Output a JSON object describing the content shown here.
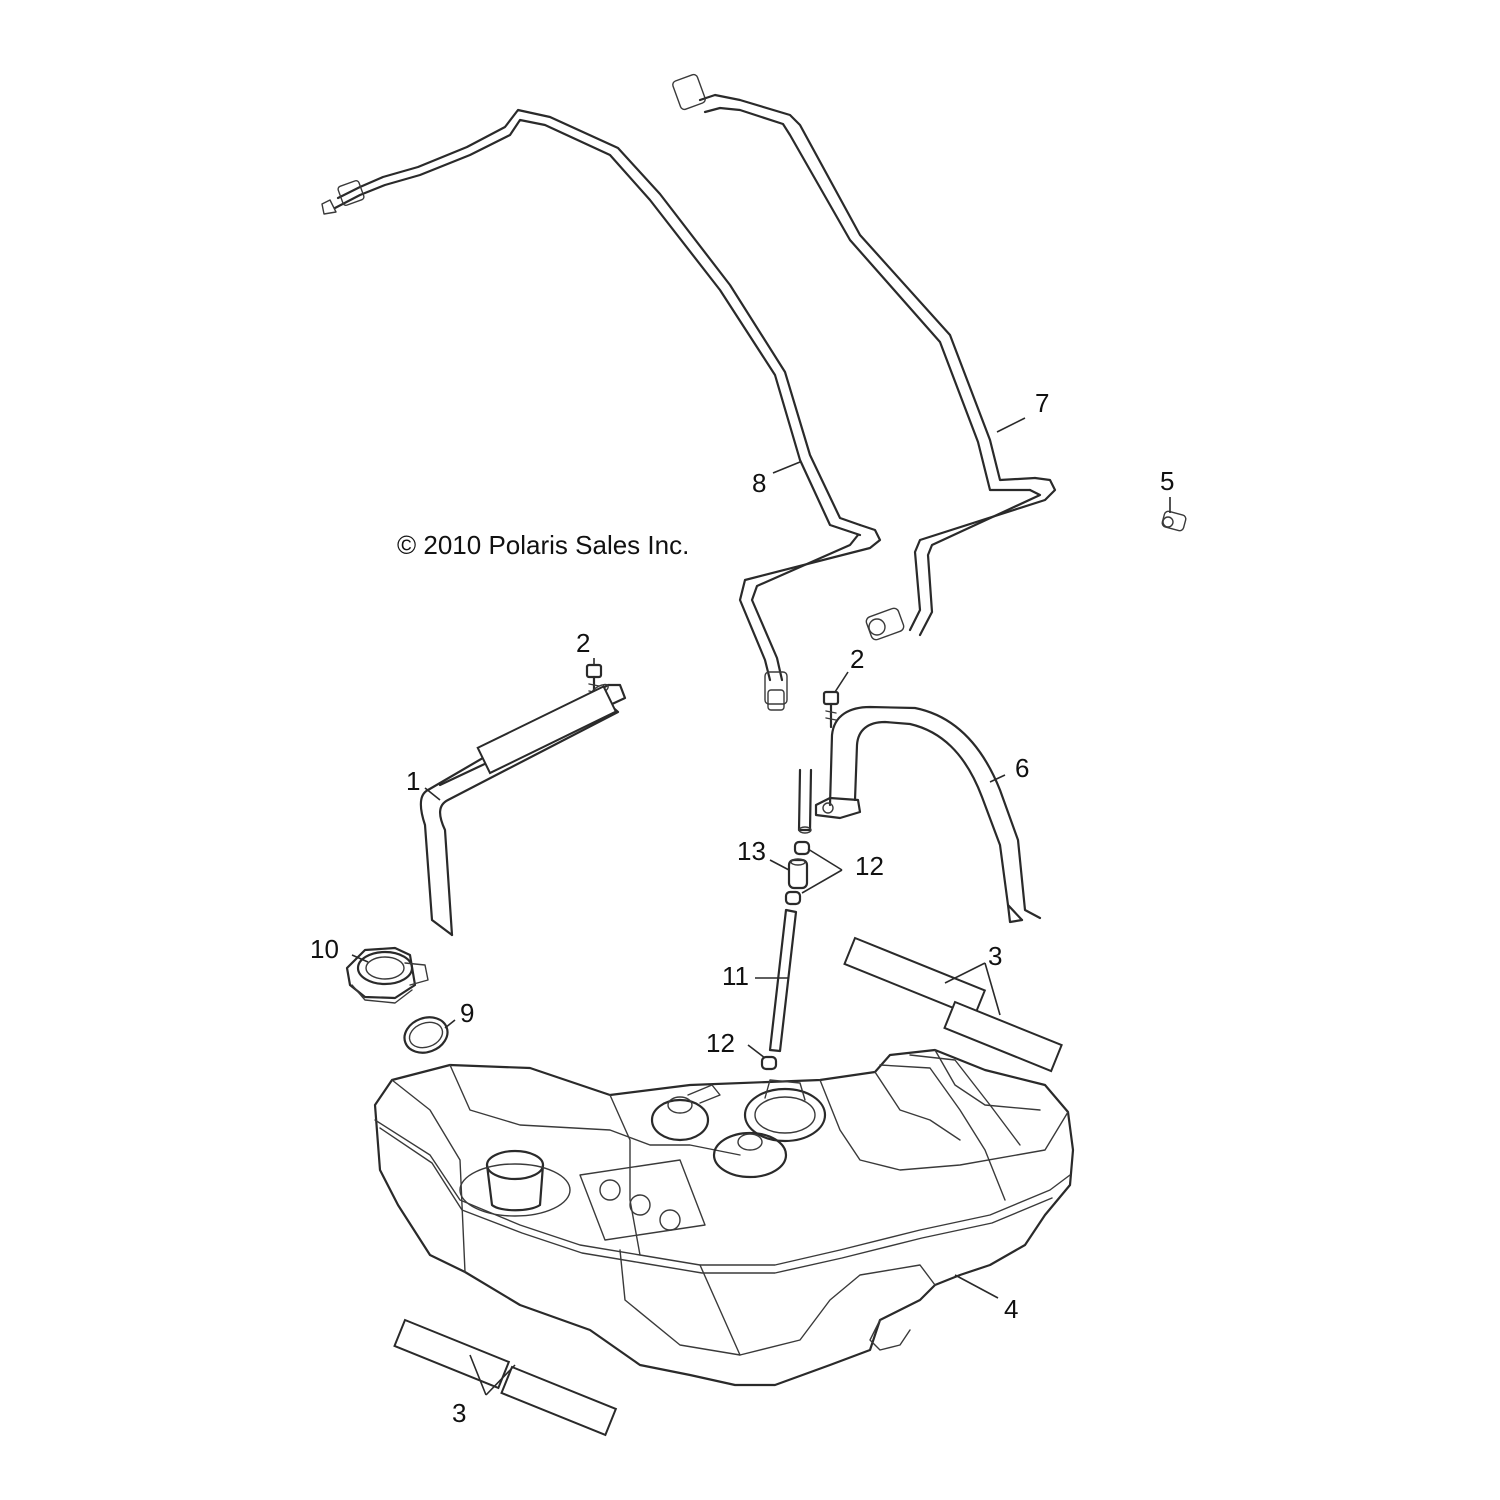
{
  "copyright": "© 2010 Polaris Sales Inc.",
  "callouts": {
    "c1": "1",
    "c2a": "2",
    "c2b": "2",
    "c3a": "3",
    "c3b": "3",
    "c4": "4",
    "c5": "5",
    "c6": "6",
    "c7": "7",
    "c8": "8",
    "c9": "9",
    "c10": "10",
    "c11": "11",
    "c12a": "12",
    "c12b": "12",
    "c13": "13"
  },
  "colors": {
    "line": "#2a2a2a",
    "background": "#ffffff"
  }
}
